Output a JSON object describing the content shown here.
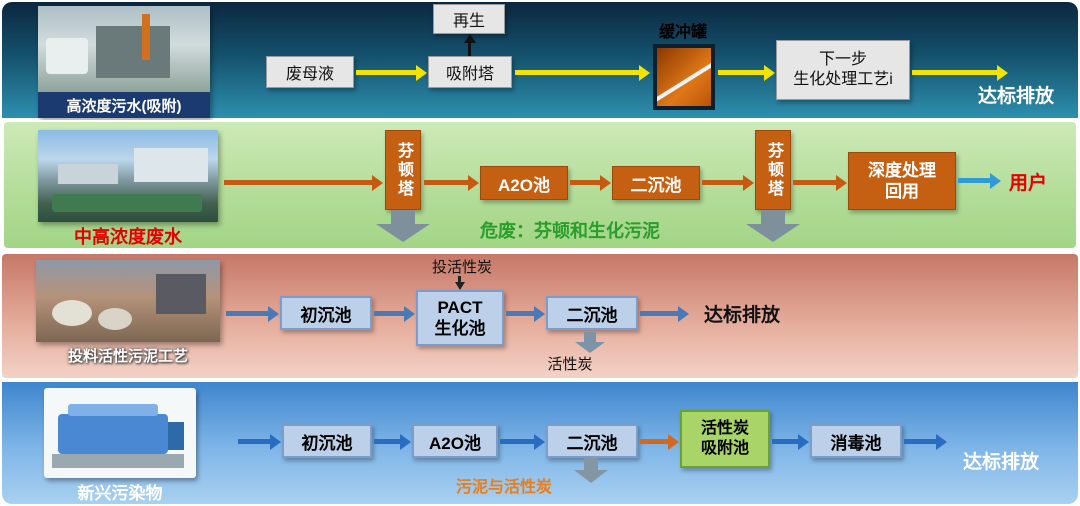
{
  "colors": {
    "yellow_arrow": "#f2e400",
    "orange_arrow": "#c55a11",
    "blue_arrow": "#2e9bd6",
    "steel_arrow": "#4a7ab5",
    "orange_box": "#c55f11",
    "blue_box": "#bdd0e9",
    "green_box": "#a8d468",
    "hazard_green": "#2a9e2a",
    "sludge_orange": "#e87d1a",
    "red_label": "#e60000"
  },
  "row1": {
    "photo_label": "高浓度污水(吸附)",
    "regen": "再生",
    "feed": "废母液",
    "adsorption_tower": "吸附塔",
    "buffer_tank": "缓冲罐",
    "next_step": "下一步\n生化处理工艺i",
    "discharge": "达标排放"
  },
  "row2": {
    "photo_label": "中高浓度废水",
    "fenton_tower_1": "芬顿塔",
    "a2o_pool": "A2O池",
    "secondary_tank": "二沉池",
    "fenton_tower_2": "芬顿塔",
    "deep_treatment": "深度处理\n回用",
    "user": "用户",
    "hazard_note": "危废：芬顿和生化污泥"
  },
  "row3": {
    "photo_label": "投料活性污泥工艺",
    "primary_tank": "初沉池",
    "carbon_in": "投活性炭",
    "pact_pool": "PACT\n生化池",
    "secondary_tank": "二沉池",
    "discharge": "达标排放",
    "carbon_out": "活性炭"
  },
  "row4": {
    "photo_label": "新兴污染物",
    "primary_tank": "初沉池",
    "a2o_pool": "A2O池",
    "secondary_tank": "二沉池",
    "sludge_note": "污泥与活性炭",
    "carbon_adsorption": "活性炭\n吸附池",
    "disinfection": "消毒池",
    "discharge": "达标排放"
  }
}
